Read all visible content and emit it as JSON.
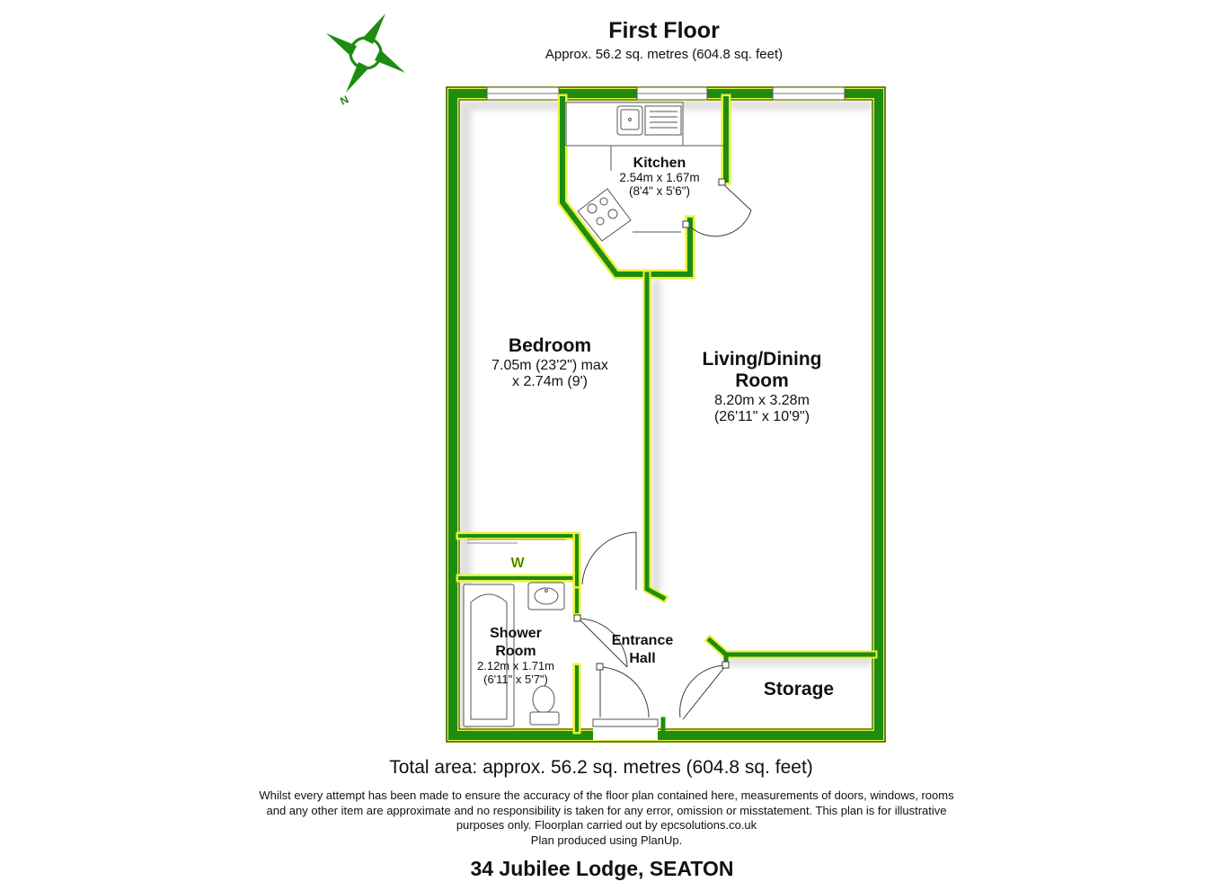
{
  "header": {
    "floor_title": "First Floor",
    "floor_area": "Approx. 56.2 sq. metres (604.8 sq. feet)"
  },
  "compass": {
    "north_label": "N",
    "icon": "compass-rose-icon"
  },
  "rooms": {
    "kitchen": {
      "name": "Kitchen",
      "metric": "2.54m x 1.67m",
      "imperial": "(8'4\" x 5'6\")"
    },
    "bedroom": {
      "name": "Bedroom",
      "metric": "7.05m (23'2\") max",
      "imperial": "x 2.74m (9')"
    },
    "living": {
      "name_line1": "Living/Dining",
      "name_line2": "Room",
      "metric": "8.20m x 3.28m",
      "imperial": "(26'11\" x 10'9\")"
    },
    "shower": {
      "name_line1": "Shower",
      "name_line2": "Room",
      "metric": "2.12m x 1.71m",
      "imperial": "(6'11\" x 5'7\")"
    },
    "hall": {
      "name_line1": "Entrance",
      "name_line2": "Hall"
    },
    "storage": {
      "name": "Storage"
    },
    "wardrobe": {
      "label": "W"
    }
  },
  "colors": {
    "wall": "#1e8c10",
    "wall_glow": "#e6f23a",
    "outline": "#0b3f06"
  },
  "footer": {
    "total_area": "Total area: approx. 56.2 sq. metres (604.8 sq. feet)",
    "disclaimer_1": "Whilst every attempt has been made to ensure the accuracy of the floor plan contained here, measurements of doors, windows, rooms",
    "disclaimer_2": "and any other item are approximate and no responsibility is taken for any error, omission or misstatement. This plan is for illustrative",
    "disclaimer_3": "purposes only. Floorplan carried out by epcsolutions.co.uk",
    "disclaimer_4": "Plan produced using PlanUp.",
    "address": "34 Jubilee Lodge, SEATON"
  }
}
